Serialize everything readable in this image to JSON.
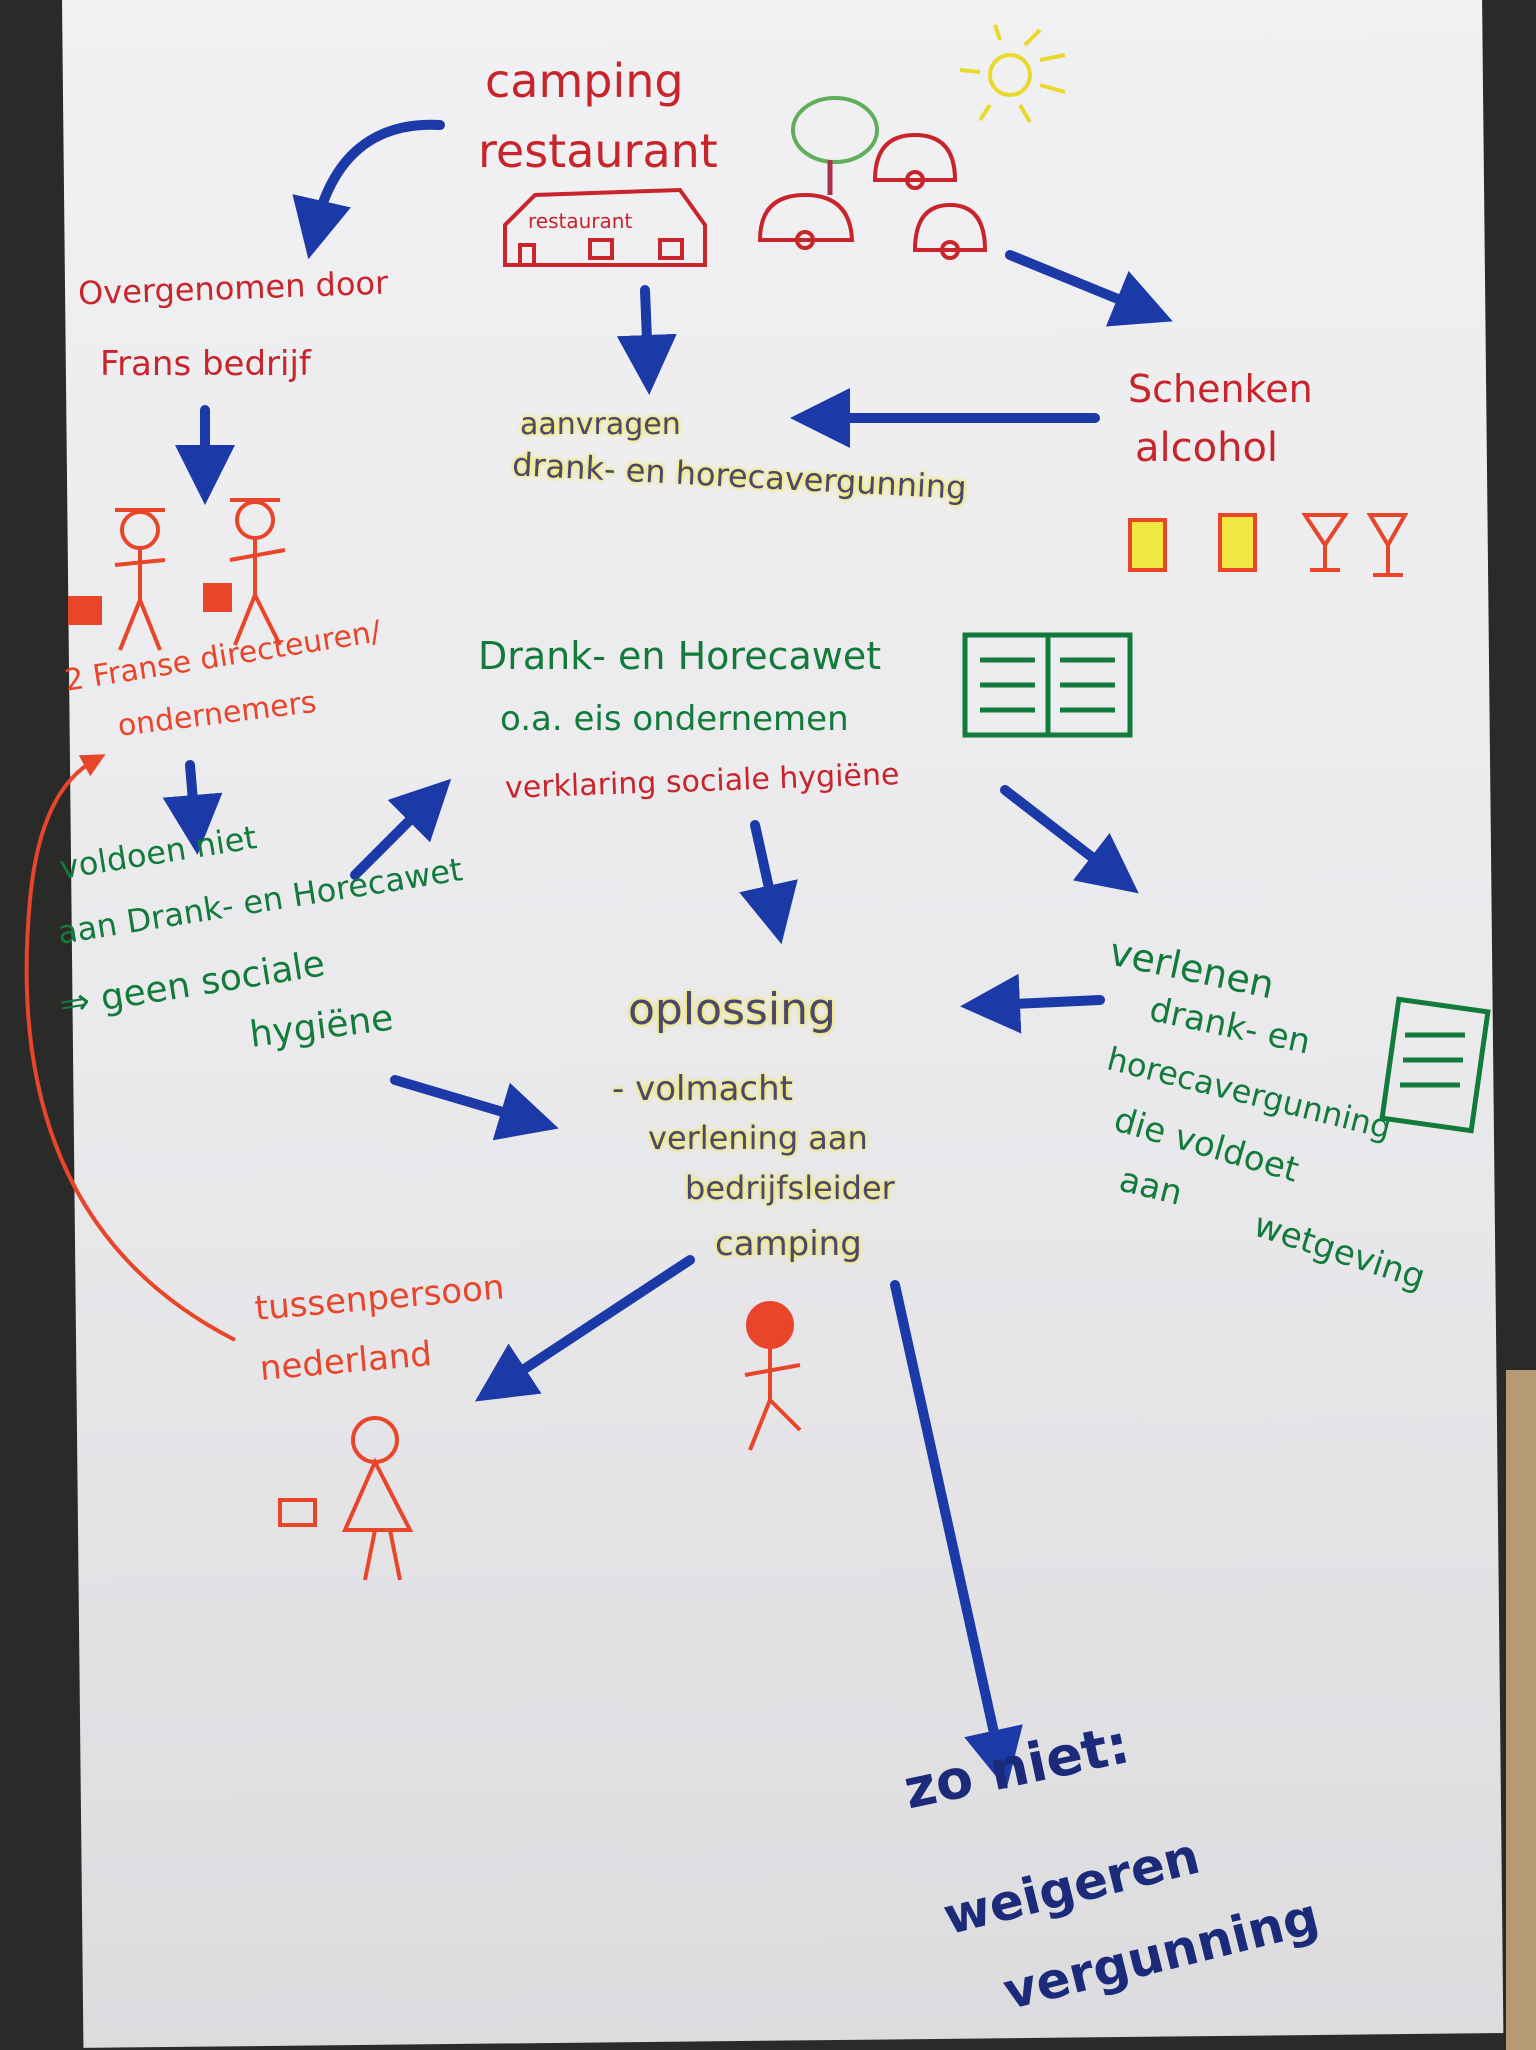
{
  "top": {
    "line1": "camping",
    "line2": "restaurant",
    "building_sign": "restaurant"
  },
  "takeover": {
    "line1": "Overgenomen door",
    "line2": "Frans bedrijf"
  },
  "apply": {
    "line1": "aanvragen",
    "line2": "drank- en horecavergunning"
  },
  "alcohol": {
    "line1": "Schenken",
    "line2": "alcohol"
  },
  "directors": {
    "line1": "2 Franse directeuren/",
    "line2": "ondernemers"
  },
  "law": {
    "line1": "Drank- en Horecawet",
    "line2": "o.a. eis ondernemen",
    "line3": "verklaring sociale hygiëne"
  },
  "fail": {
    "line1": "voldoen niet",
    "line2": "aan Drank- en Horecawet",
    "line3": "⇒ geen sociale",
    "line4": "hygiëne"
  },
  "solution": {
    "title": "oplossing",
    "line1": "- volmacht",
    "line2": "verlening aan",
    "line3": "bedrijfsleider",
    "line4": "camping"
  },
  "grant": {
    "line1": "verlenen",
    "line2": "drank- en",
    "line3": "horecavergunning",
    "line4": "die voldoet",
    "line5": "aan",
    "line6": "wetgeving"
  },
  "intermediary": {
    "line1": "tussenpersoon",
    "line2": "nederland"
  },
  "otherwise": {
    "line1": "zo niet:",
    "line2": "weigeren",
    "line3": "vergunning"
  },
  "colors": {
    "red": "#c8242b",
    "orange": "#e8452a",
    "green": "#127a3a",
    "blue": "#1b3aa8",
    "yellow": "#f2e640"
  }
}
